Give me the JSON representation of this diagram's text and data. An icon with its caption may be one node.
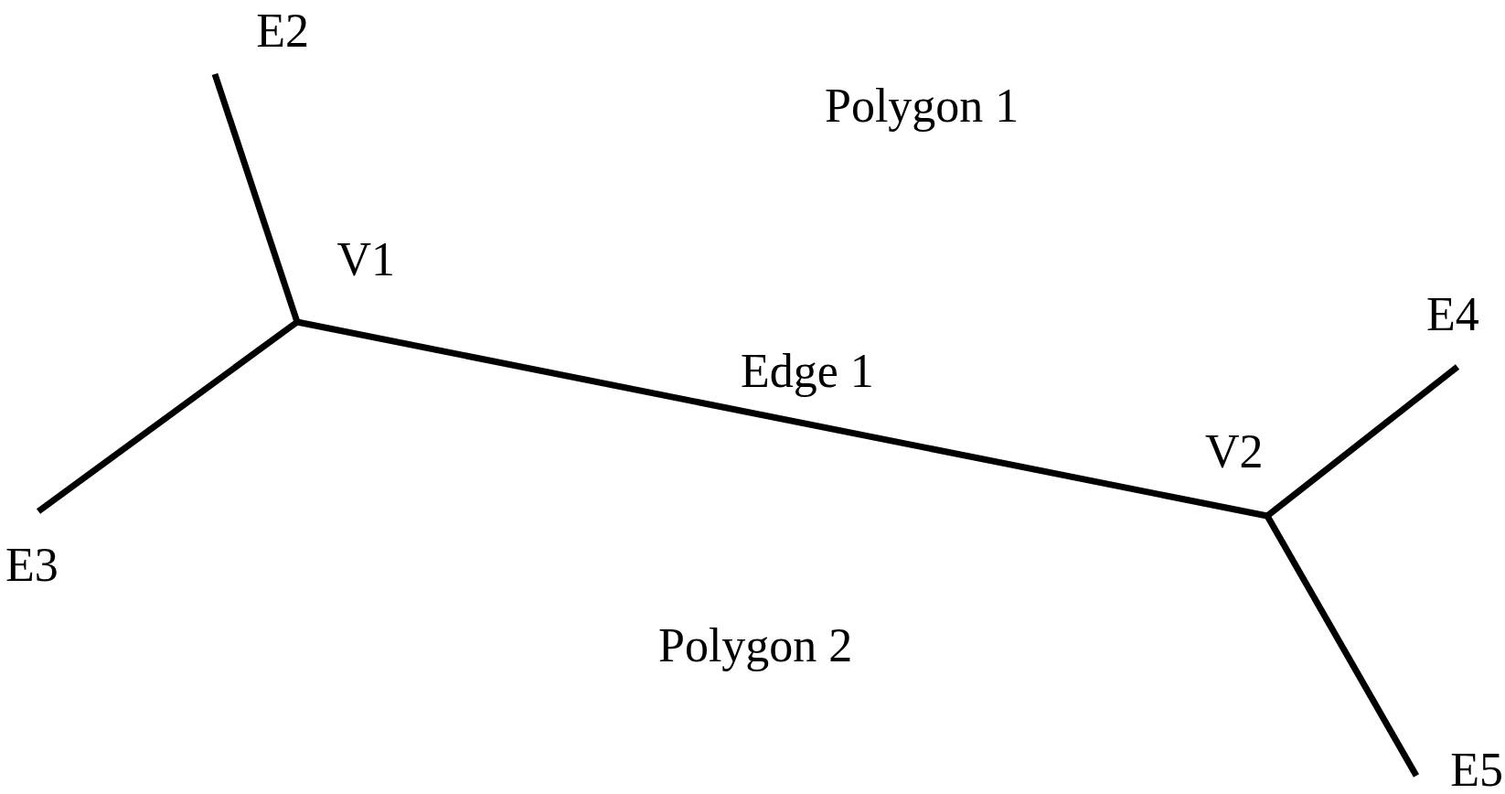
{
  "diagram": {
    "nodes": [
      {
        "text": [
          "E2"
        ]
      },
      {
        "text": [
          "V1"
        ]
      },
      {
        "text": [
          "E3"
        ]
      },
      {
        "text": [
          "V2"
        ]
      },
      {
        "text": [
          "E4"
        ]
      },
      {
        "text": [
          "E5"
        ]
      }
    ],
    "edges": [
      {
        "from": 0,
        "to": 1,
        "arrow": "none"
      },
      {
        "from": 1,
        "to": 2,
        "arrow": "none"
      },
      {
        "from": 1,
        "to": 3,
        "arrow": "none",
        "label": "Edge 1"
      },
      {
        "from": 3,
        "to": 4,
        "arrow": "none"
      },
      {
        "from": 3,
        "to": 5,
        "arrow": "none"
      }
    ],
    "labels": [
      "Polygon 1",
      "Polygon 2"
    ]
  }
}
